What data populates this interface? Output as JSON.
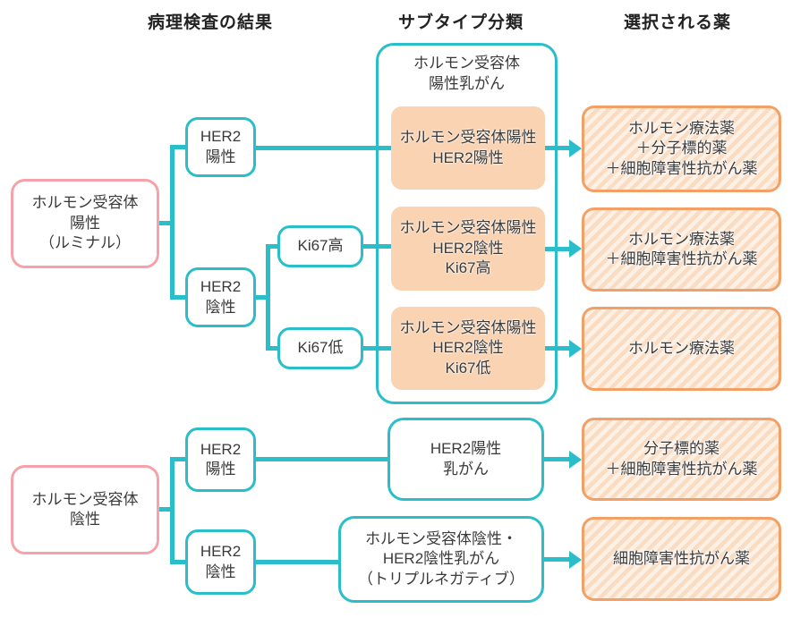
{
  "colors": {
    "teal": "#29BEC9",
    "pink": "#F5A2AB",
    "peach": "#F9D3B2",
    "orange": "#F2A065",
    "stripeDark": "#FADCC2",
    "stripeLight": "#FDF0E4",
    "text": "#3A3A3A"
  },
  "headers": {
    "pathology": "病理検査の結果",
    "subtype": "サブタイプ分類",
    "drugs": "選択される薬"
  },
  "pathology": {
    "hr_positive": "ホルモン受容体\n陽性\n（ルミナル）",
    "hr_negative": "ホルモン受容体\n陰性",
    "her2_positive_top": "HER2\n陽性",
    "her2_negative_top": "HER2\n陰性",
    "ki67_high": "Ki67高",
    "ki67_low": "Ki67低",
    "her2_positive_bottom": "HER2\n陽性",
    "her2_negative_bottom": "HER2\n陰性"
  },
  "subtype": {
    "group_title": "ホルモン受容体\n陽性乳がん",
    "hr_pos_her2_pos": "ホルモン受容体陽性\nHER2陽性",
    "hr_pos_her2_neg_ki67_high": "ホルモン受容体陽性\nHER2陰性\nKi67高",
    "hr_pos_her2_neg_ki67_low": "ホルモン受容体陽性\nHER2陰性\nKi67低",
    "her2_positive_cancer": "HER2陽性\n乳がん",
    "triple_negative": "ホルモン受容体陰性・\nHER2陰性乳がん\n（トリプルネガティブ）"
  },
  "drugs": {
    "hormone_molecular_cytotoxic": "ホルモン療法薬\n＋分子標的薬\n＋細胞障害性抗がん薬",
    "hormone_cytotoxic": "ホルモン療法薬\n＋細胞障害性抗がん薬",
    "hormone": "ホルモン療法薬",
    "molecular_cytotoxic": "分子標的薬\n＋細胞障害性抗がん薬",
    "cytotoxic": "細胞障害性抗がん薬"
  }
}
